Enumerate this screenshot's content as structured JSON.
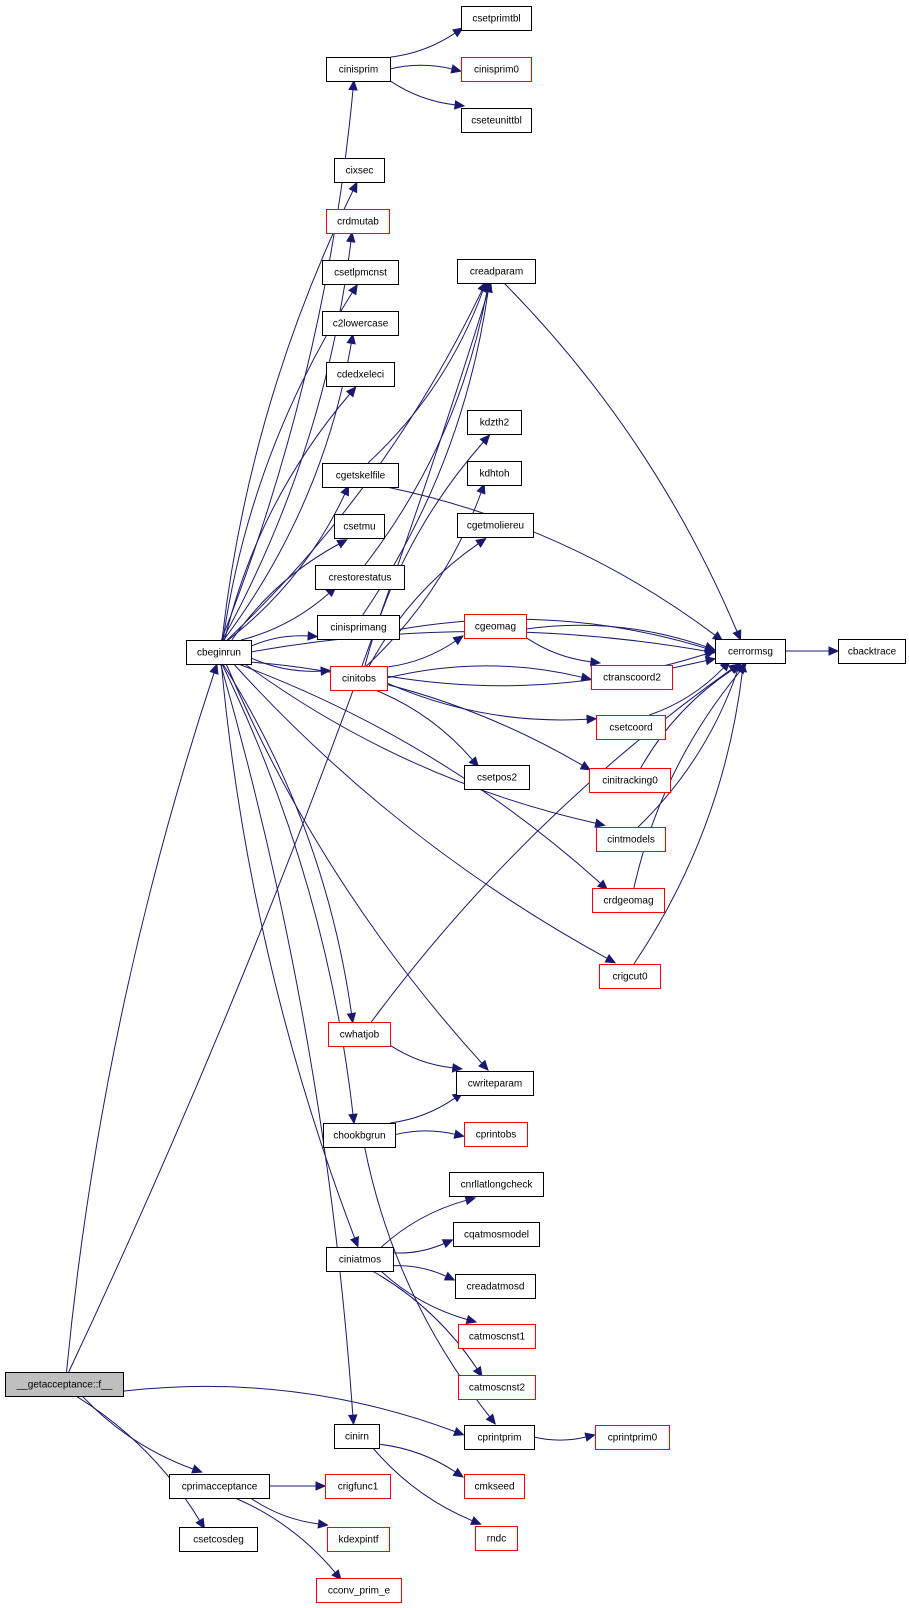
{
  "colors": {
    "edge": "#191970",
    "node_border": "#000000",
    "node_border_incomplete": "#ff0000",
    "node_fill": "#ffffff",
    "root_fill": "#bfbfbf",
    "text": "#000000"
  },
  "nodes": [
    {
      "id": "getacceptance",
      "label": "__getacceptance::f__",
      "style": "root"
    },
    {
      "id": "cbeginrun",
      "label": "cbeginrun",
      "style": "normal"
    },
    {
      "id": "cprimacceptance",
      "label": "cprimacceptance",
      "style": "normal"
    },
    {
      "id": "csetcosdeg",
      "label": "csetcosdeg",
      "style": "normal"
    },
    {
      "id": "cprintprim",
      "label": "cprintprim",
      "style": "normal"
    },
    {
      "id": "creadparam",
      "label": "creadparam",
      "style": "normal"
    },
    {
      "id": "cinisprim",
      "label": "cinisprim",
      "style": "normal"
    },
    {
      "id": "cixsec",
      "label": "cixsec",
      "style": "normal"
    },
    {
      "id": "crdmutab",
      "label": "crdmutab",
      "style": "incomplete"
    },
    {
      "id": "csetlpmcnst",
      "label": "csetlpmcnst",
      "style": "normal"
    },
    {
      "id": "c2lowercase",
      "label": "c2lowercase",
      "style": "normal"
    },
    {
      "id": "cdedxeleci",
      "label": "cdedxeleci",
      "style": "normal"
    },
    {
      "id": "cgetskelfile",
      "label": "cgetskelfile",
      "style": "normal"
    },
    {
      "id": "csetmu",
      "label": "csetmu",
      "style": "normal"
    },
    {
      "id": "crestorestatus",
      "label": "crestorestatus",
      "style": "normal"
    },
    {
      "id": "cinisprimang",
      "label": "cinisprimang",
      "style": "normal"
    },
    {
      "id": "cinitobs",
      "label": "cinitobs",
      "style": "incomplete"
    },
    {
      "id": "cwhatjob",
      "label": "cwhatjob",
      "style": "incomplete"
    },
    {
      "id": "chookbgrun",
      "label": "chookbgrun",
      "style": "normal"
    },
    {
      "id": "ciniatmos",
      "label": "ciniatmos",
      "style": "normal"
    },
    {
      "id": "cinirn",
      "label": "cinirn",
      "style": "normal"
    },
    {
      "id": "csetprimtbl",
      "label": "csetprimtbl",
      "style": "normal"
    },
    {
      "id": "cinisprim0",
      "label": "cinisprim0",
      "style": "incomplete"
    },
    {
      "id": "cseteunittbl",
      "label": "cseteunittbl",
      "style": "normal"
    },
    {
      "id": "kdzth2",
      "label": "kdzth2",
      "style": "normal"
    },
    {
      "id": "kdhtoh",
      "label": "kdhtoh",
      "style": "normal"
    },
    {
      "id": "cgetmoliereu",
      "label": "cgetmoliereu",
      "style": "normal"
    },
    {
      "id": "cgeomag",
      "label": "cgeomag",
      "style": "incomplete"
    },
    {
      "id": "ctranscoord2",
      "label": "ctranscoord2",
      "style": "incomplete"
    },
    {
      "id": "csetcoord",
      "label": "csetcoord",
      "style": "incomplete"
    },
    {
      "id": "csetpos2",
      "label": "csetpos2",
      "style": "normal"
    },
    {
      "id": "cinitracking0",
      "label": "cinitracking0",
      "style": "incomplete"
    },
    {
      "id": "cintmodels",
      "label": "cintmodels",
      "style": "incomplete"
    },
    {
      "id": "crdgeomag",
      "label": "crdgeomag",
      "style": "incomplete"
    },
    {
      "id": "crigcut0",
      "label": "crigcut0",
      "style": "incomplete"
    },
    {
      "id": "cerrormsg",
      "label": "cerrormsg",
      "style": "normal"
    },
    {
      "id": "cbacktrace",
      "label": "cbacktrace",
      "style": "normal"
    },
    {
      "id": "cwriteparam",
      "label": "cwriteparam",
      "style": "normal"
    },
    {
      "id": "cprintobs",
      "label": "cprintobs",
      "style": "incomplete"
    },
    {
      "id": "cnrllatlongcheck",
      "label": "cnrllatlongcheck",
      "style": "normal"
    },
    {
      "id": "cqatmosmodel",
      "label": "cqatmosmodel",
      "style": "normal"
    },
    {
      "id": "creadatmosd",
      "label": "creadatmosd",
      "style": "normal"
    },
    {
      "id": "catmoscnst1",
      "label": "catmoscnst1",
      "style": "incomplete"
    },
    {
      "id": "catmoscnst2",
      "label": "catmoscnst2",
      "style": "incomplete"
    },
    {
      "id": "cprintprim0",
      "label": "cprintprim0",
      "style": "incomplete"
    },
    {
      "id": "cmkseed",
      "label": "cmkseed",
      "style": "incomplete"
    },
    {
      "id": "rndc",
      "label": "rndc",
      "style": "incomplete"
    },
    {
      "id": "crigfunc1",
      "label": "crigfunc1",
      "style": "incomplete"
    },
    {
      "id": "kdexpintf",
      "label": "kdexpintf",
      "style": "incomplete"
    },
    {
      "id": "cconv_prim_e",
      "label": "cconv_prim_e",
      "style": "incomplete"
    }
  ],
  "edges": [
    [
      "getacceptance",
      "cbeginrun"
    ],
    [
      "getacceptance",
      "creadparam"
    ],
    [
      "getacceptance",
      "cprintprim"
    ],
    [
      "getacceptance",
      "cprimacceptance"
    ],
    [
      "getacceptance",
      "csetcosdeg"
    ],
    [
      "cbeginrun",
      "cinisprim"
    ],
    [
      "cbeginrun",
      "cixsec"
    ],
    [
      "cbeginrun",
      "crdmutab"
    ],
    [
      "cbeginrun",
      "csetlpmcnst"
    ],
    [
      "cbeginrun",
      "c2lowercase"
    ],
    [
      "cbeginrun",
      "cdedxeleci"
    ],
    [
      "cbeginrun",
      "cgetskelfile"
    ],
    [
      "cbeginrun",
      "csetmu"
    ],
    [
      "cbeginrun",
      "crestorestatus"
    ],
    [
      "cbeginrun",
      "cinisprimang"
    ],
    [
      "cbeginrun",
      "cinitobs"
    ],
    [
      "cbeginrun",
      "cinitracking0"
    ],
    [
      "cbeginrun",
      "cintmodels"
    ],
    [
      "cbeginrun",
      "crdgeomag"
    ],
    [
      "cbeginrun",
      "crigcut0"
    ],
    [
      "cbeginrun",
      "cwhatjob"
    ],
    [
      "cbeginrun",
      "cwriteparam"
    ],
    [
      "cbeginrun",
      "chookbgrun"
    ],
    [
      "cbeginrun",
      "ciniatmos"
    ],
    [
      "cbeginrun",
      "cinirn"
    ],
    [
      "cbeginrun",
      "creadparam"
    ],
    [
      "cbeginrun",
      "cerrormsg"
    ],
    [
      "cinisprim",
      "csetprimtbl"
    ],
    [
      "cinisprim",
      "cinisprim0"
    ],
    [
      "cinisprim",
      "cseteunittbl"
    ],
    [
      "creadparam",
      "cerrormsg"
    ],
    [
      "cgetskelfile",
      "creadparam"
    ],
    [
      "cgetskelfile",
      "cerrormsg"
    ],
    [
      "crestorestatus",
      "creadparam"
    ],
    [
      "cinisprimang",
      "cerrormsg"
    ],
    [
      "cinisprimang",
      "creadparam"
    ],
    [
      "cinitobs",
      "kdzth2"
    ],
    [
      "cinitobs",
      "kdhtoh"
    ],
    [
      "cinitobs",
      "cgetmoliereu"
    ],
    [
      "cinitobs",
      "cgeomag"
    ],
    [
      "cinitobs",
      "ctranscoord2"
    ],
    [
      "cinitobs",
      "csetcoord"
    ],
    [
      "cinitobs",
      "csetpos2"
    ],
    [
      "cinitobs",
      "cerrormsg"
    ],
    [
      "cgeomag",
      "cerrormsg"
    ],
    [
      "cgeomag",
      "ctranscoord2"
    ],
    [
      "ctranscoord2",
      "cerrormsg"
    ],
    [
      "csetcoord",
      "cerrormsg"
    ],
    [
      "cinitracking0",
      "cerrormsg"
    ],
    [
      "cintmodels",
      "cerrormsg"
    ],
    [
      "crdgeomag",
      "cerrormsg"
    ],
    [
      "crigcut0",
      "cerrormsg"
    ],
    [
      "cerrormsg",
      "cbacktrace"
    ],
    [
      "cwhatjob",
      "cwriteparam"
    ],
    [
      "cwhatjob",
      "cerrormsg"
    ],
    [
      "chookbgrun",
      "cwriteparam"
    ],
    [
      "chookbgrun",
      "cprintobs"
    ],
    [
      "chookbgrun",
      "cprintprim"
    ],
    [
      "ciniatmos",
      "cnrllatlongcheck"
    ],
    [
      "ciniatmos",
      "cqatmosmodel"
    ],
    [
      "ciniatmos",
      "creadatmosd"
    ],
    [
      "ciniatmos",
      "catmoscnst1"
    ],
    [
      "ciniatmos",
      "catmoscnst2"
    ],
    [
      "cprintprim",
      "cprintprim0"
    ],
    [
      "cinirn",
      "cmkseed"
    ],
    [
      "cinirn",
      "rndc"
    ],
    [
      "cprimacceptance",
      "crigfunc1"
    ],
    [
      "cprimacceptance",
      "kdexpintf"
    ],
    [
      "cprimacceptance",
      "cconv_prim_e"
    ]
  ]
}
